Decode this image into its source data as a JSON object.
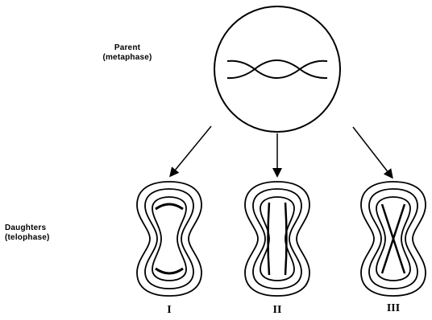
{
  "parent": {
    "line1": "Parent",
    "line2": "(metaphase)"
  },
  "daughters": {
    "line1": "Daughters",
    "line2": "(telophase)"
  },
  "cells": [
    {
      "numeral": "I"
    },
    {
      "numeral": "II"
    },
    {
      "numeral": "III"
    }
  ]
}
